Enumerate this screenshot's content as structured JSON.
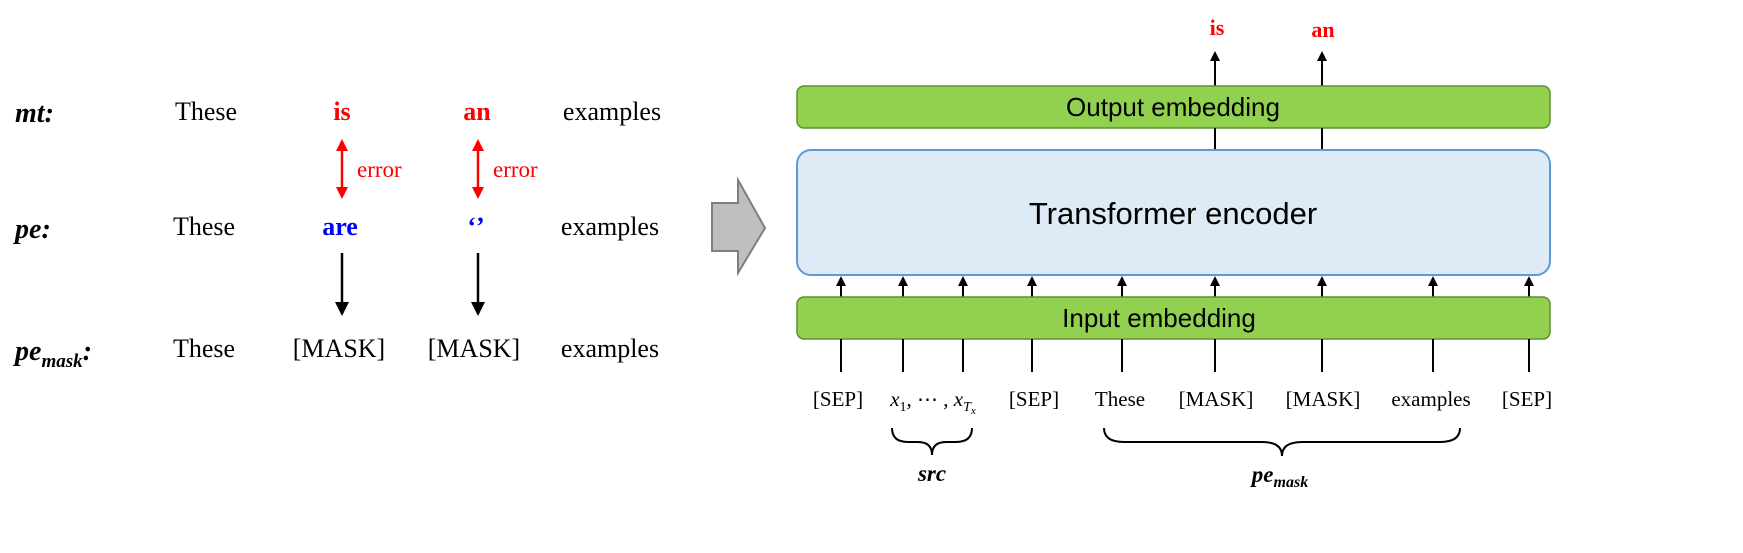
{
  "left": {
    "rows": [
      {
        "label": "mt",
        "label_sub": "",
        "tokens": [
          "These",
          "is",
          "an",
          "examples"
        ]
      },
      {
        "label": "pe",
        "label_sub": "",
        "tokens": [
          "These",
          "are",
          "‘’",
          "examples"
        ]
      },
      {
        "label": "pe",
        "label_sub": "mask",
        "tokens": [
          "These",
          "[MASK]",
          "[MASK]",
          "examples"
        ]
      }
    ],
    "colon": ":",
    "error_label": "error"
  },
  "right": {
    "outputs": [
      "is",
      "an"
    ],
    "output_embedding": "Output embedding",
    "encoder": "Transformer encoder",
    "input_embedding": "Input embedding",
    "inputs": {
      "sep1": "[SEP]",
      "src_x1": "x",
      "src_x1_sub": "1",
      "src_sep": ", ⋯ , ",
      "src_xT": "x",
      "src_xT_sub": "T",
      "src_xT_subsub": "x",
      "sep2": "[SEP]",
      "these": "These",
      "mask1": "[MASK]",
      "mask2": "[MASK]",
      "examples": "examples",
      "sep3": "[SEP]"
    },
    "brace_src": "src",
    "brace_pe": "pe",
    "brace_pe_sub": "mask"
  },
  "colors": {
    "error_red": "#ff0000",
    "correct_blue": "#0000ff",
    "embedding_green": "#92d050",
    "embedding_border": "#5f8f2e",
    "encoder_fill": "#deeaf6",
    "encoder_border": "#5b9bd5",
    "arrow_gray": "#bfbfbf"
  }
}
